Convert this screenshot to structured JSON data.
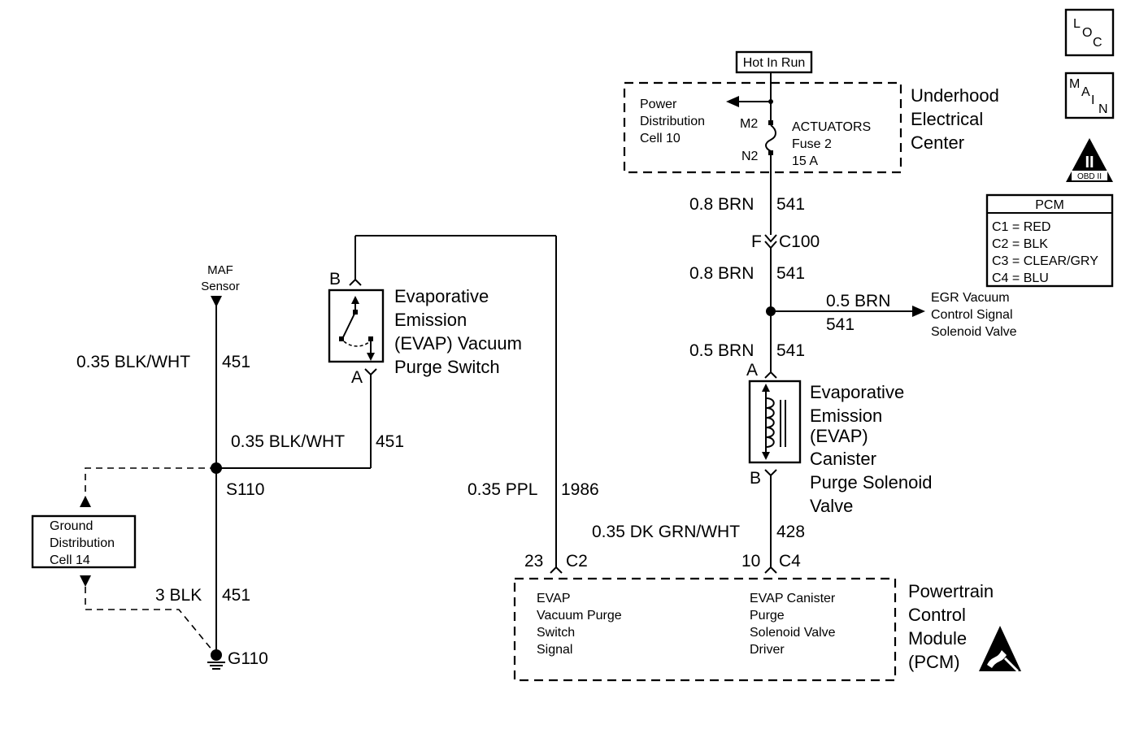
{
  "legend_icons": {
    "loc": [
      "L",
      "O",
      "C"
    ],
    "main": [
      "M",
      "A",
      "I",
      "N"
    ],
    "obd": {
      "numeral": "II",
      "label": "OBD II"
    }
  },
  "pcm_connectors": {
    "title": "PCM",
    "rows": [
      "C1 = RED",
      "C2 = BLK",
      "C3 = CLEAR/GRY",
      "C4 = BLU"
    ]
  },
  "power": {
    "hot_label": "Hot In Run",
    "center_name": [
      "Underhood",
      "Electrical",
      "Center"
    ],
    "distribution": [
      "Power",
      "Distribution",
      "Cell 10"
    ],
    "fuse": [
      "ACTUATORS",
      "Fuse 2",
      "15 A"
    ],
    "terminal_top": "M2",
    "terminal_bottom": "N2"
  },
  "wires": {
    "fuse_out": {
      "gauge": "0.8 BRN",
      "circuit": "541"
    },
    "connector_c100": {
      "pin": "F",
      "name": "C100"
    },
    "after_c100": {
      "gauge": "0.8 BRN",
      "circuit": "541"
    },
    "egr_branch": {
      "gauge": "0.5 BRN",
      "circuit": "541"
    },
    "to_solenoid": {
      "gauge": "0.5 BRN",
      "circuit": "541"
    },
    "solenoid_out": {
      "gauge": "0.35 DK GRN/WHT",
      "circuit": "428"
    },
    "ppl": {
      "gauge": "0.35 PPL",
      "circuit": "1986"
    },
    "maf": {
      "gauge": "0.35 BLK/WHT",
      "circuit": "451"
    },
    "switch_return": {
      "gauge": "0.35 BLK/WHT",
      "circuit": "451"
    },
    "ground": {
      "gauge": "3 BLK",
      "circuit": "451"
    }
  },
  "egr_valve": [
    "EGR Vacuum",
    "Control Signal",
    "Solenoid Valve"
  ],
  "solenoid": {
    "name": [
      "Evaporative",
      "Emission",
      "(EVAP)",
      "Canister",
      "Purge Solenoid",
      "Valve"
    ],
    "pin_top": "A",
    "pin_bottom": "B"
  },
  "purge_switch": {
    "name": [
      "Evaporative",
      "Emission",
      "(EVAP) Vacuum",
      "Purge Switch"
    ],
    "pin_top": "B",
    "pin_bottom": "A"
  },
  "maf_sensor": [
    "MAF",
    "Sensor"
  ],
  "splice": "S110",
  "ground_point": "G110",
  "ground_distribution": [
    "Ground",
    "Distribution",
    "Cell 14"
  ],
  "pcm": {
    "name": [
      "Powertrain",
      "Control",
      "Module",
      "(PCM)"
    ],
    "pin_left": {
      "number": "23",
      "connector": "C2"
    },
    "pin_right": {
      "number": "10",
      "connector": "C4"
    },
    "signal_left": [
      "EVAP",
      "Vacuum Purge",
      "Switch",
      "Signal"
    ],
    "signal_right": [
      "EVAP Canister",
      "Purge",
      "Solenoid Valve",
      "Driver"
    ]
  }
}
